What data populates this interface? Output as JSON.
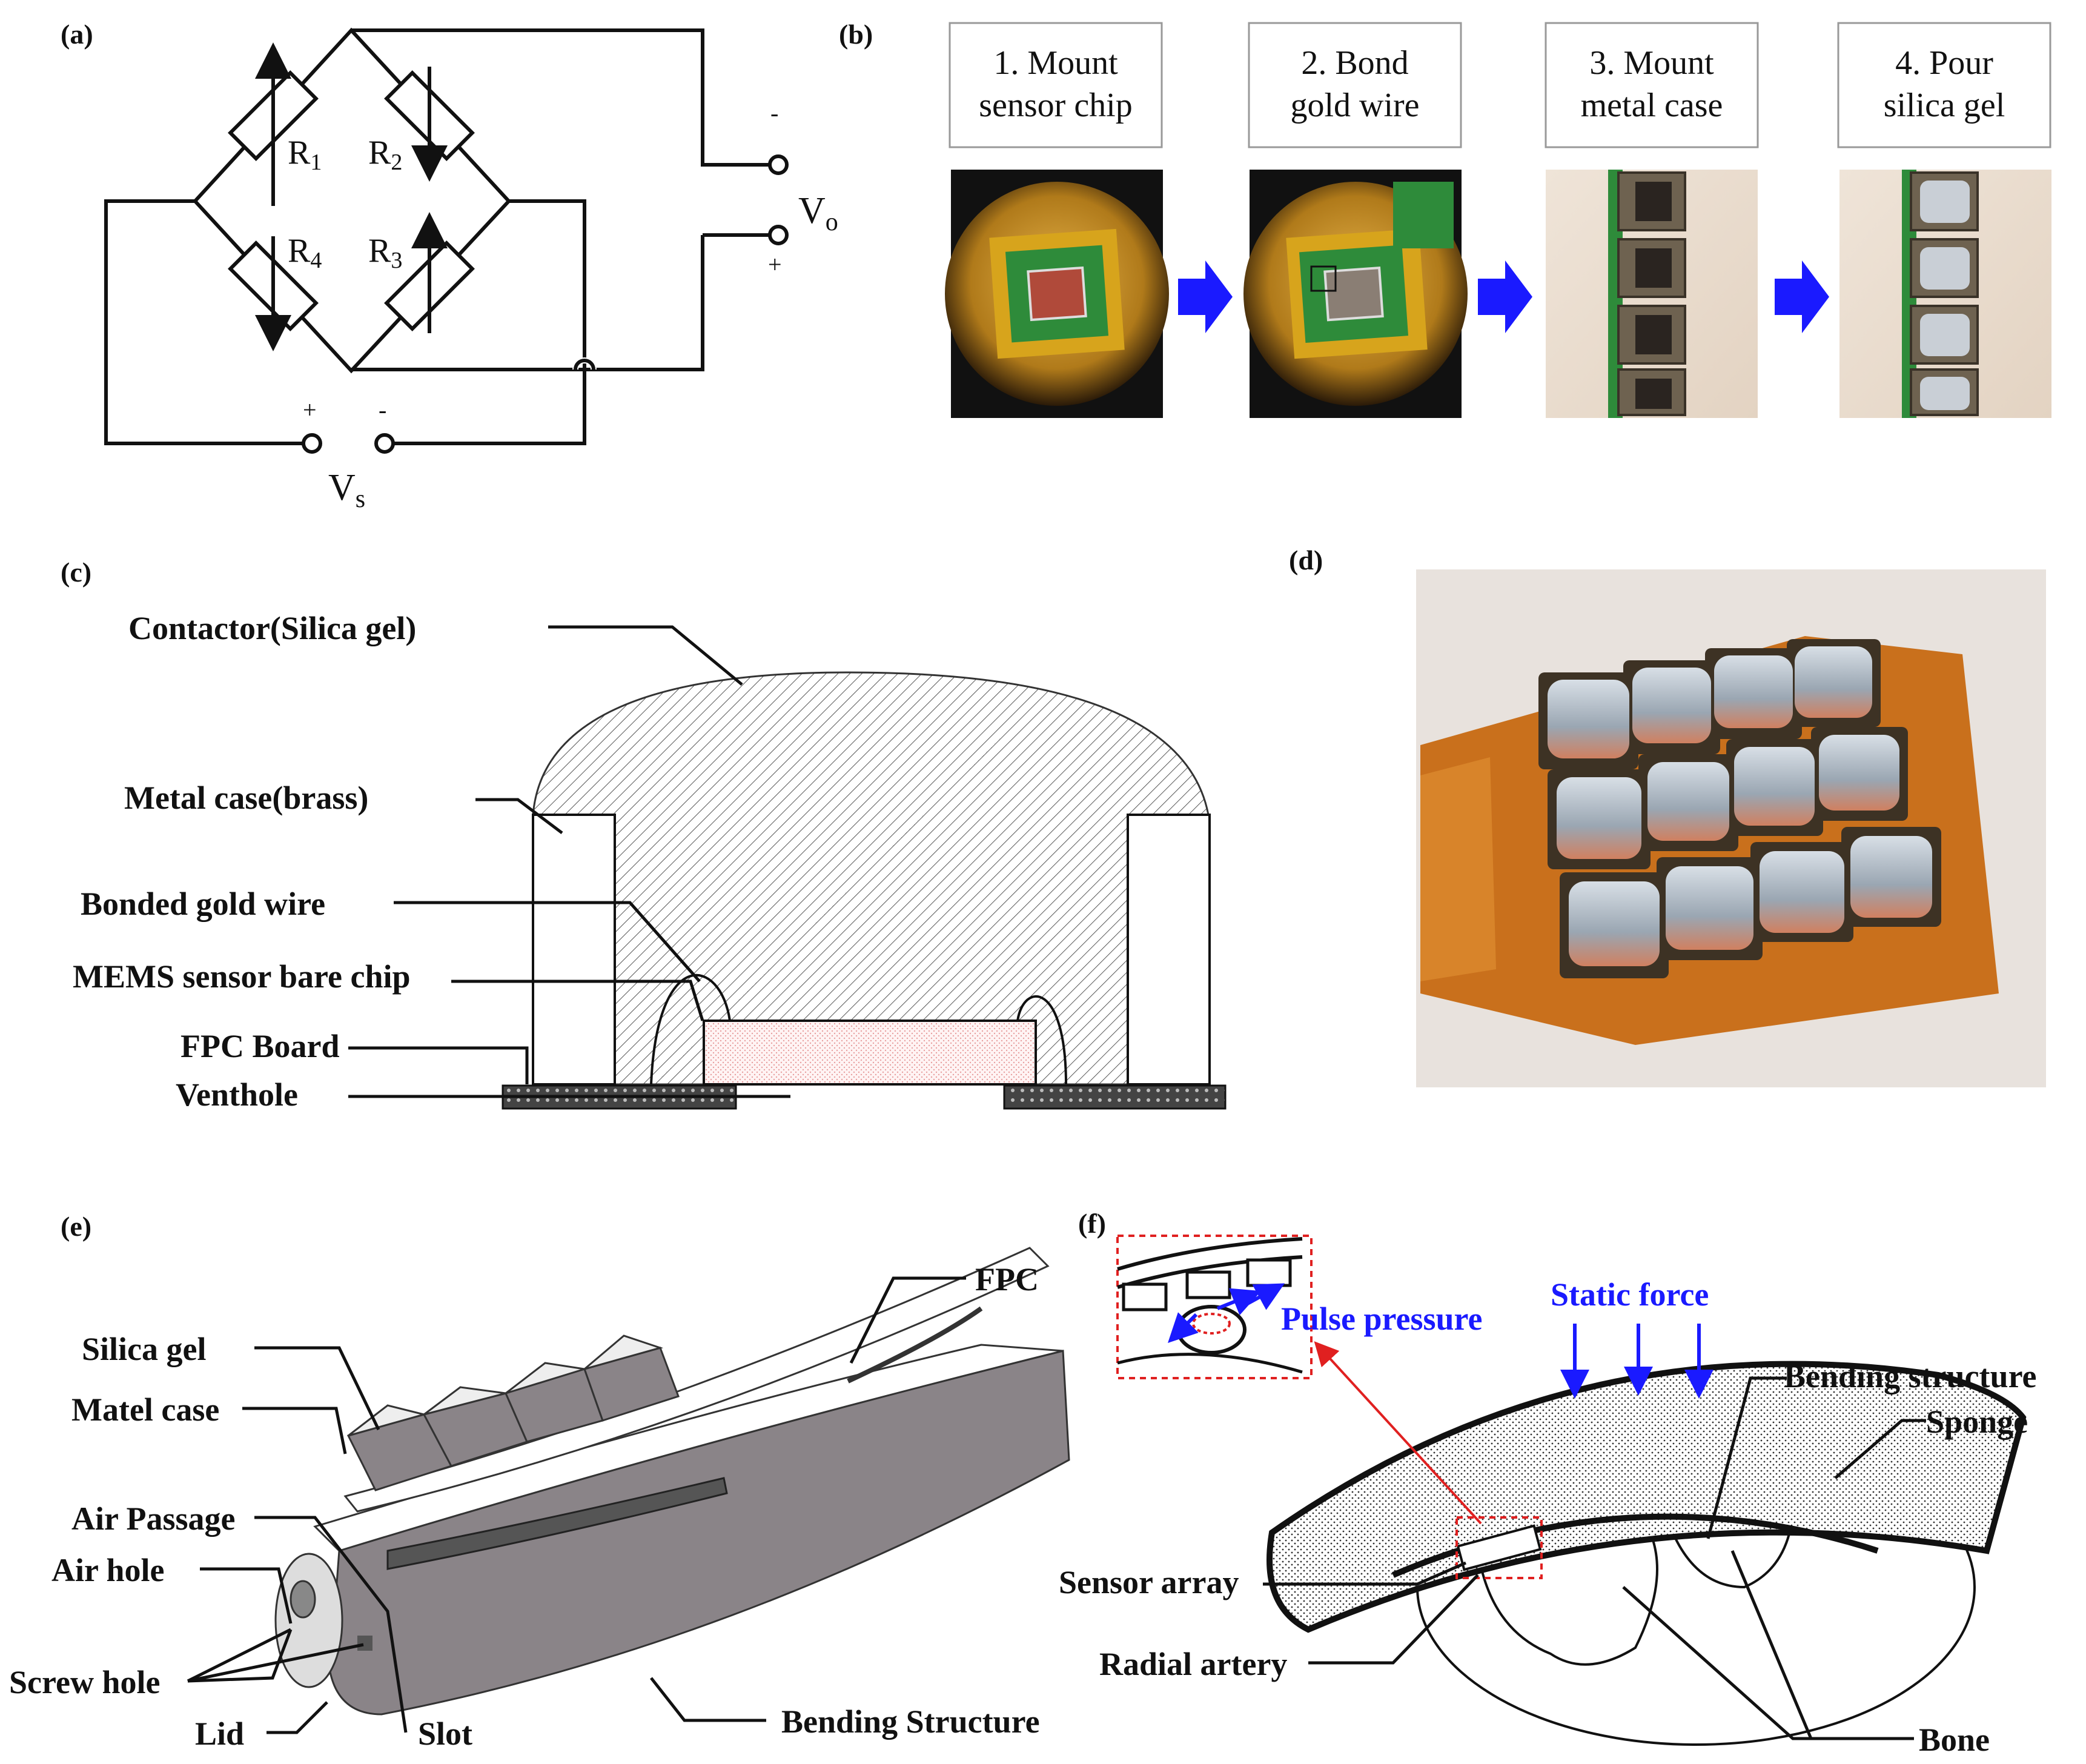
{
  "panels": {
    "a": "(a)",
    "b": "(b)",
    "c": "(c)",
    "d": "(d)",
    "e": "(e)",
    "f": "(f)"
  },
  "panel_a": {
    "r1": "R",
    "r1_sub": "1",
    "r2": "R",
    "r2_sub": "2",
    "r3": "R",
    "r3_sub": "3",
    "r4": "R",
    "r4_sub": "4",
    "vo": "V",
    "vo_sub": "o",
    "vs": "V",
    "vs_sub": "s",
    "vo_minus": "-",
    "vo_plus": "+",
    "vs_plus": "+",
    "vs_minus": "-"
  },
  "panel_b": {
    "steps": [
      {
        "line1": "1. Mount",
        "line2": "sensor chip"
      },
      {
        "line1": "2. Bond",
        "line2": "gold wire"
      },
      {
        "line1": "3. Mount",
        "line2": "metal case"
      },
      {
        "line1": "4. Pour",
        "line2": "silica gel"
      }
    ]
  },
  "panel_c": {
    "contactor": "Contactor(Silica gel)",
    "metal_case": "Metal case(brass)",
    "gold_wire": "Bonded gold wire",
    "chip": "MEMS sensor bare chip",
    "fpc": "FPC Board",
    "venthole": "Venthole"
  },
  "panel_e": {
    "fpc": "FPC",
    "silica_gel": "Silica gel",
    "metal_case": "Matel case",
    "air_passage": "Air Passage",
    "air_hole": "Air hole",
    "screw_hole": "Screw hole",
    "lid": "Lid",
    "slot": "Slot",
    "bending": "Bending Structure"
  },
  "panel_f": {
    "pulse": "Pulse pressure",
    "static_force": "Static force",
    "bending": "Bending structure",
    "sponge": "Sponge",
    "sensor_array": "Sensor array",
    "radial_artery": "Radial artery",
    "bone": "Bone"
  },
  "colors": {
    "arrow_blue": "#1a1aff",
    "fpc_green": "#2e8b3a",
    "gold": "#d9a21e",
    "dashed_red": "#e02020",
    "bending_gray": "#8a8488"
  }
}
